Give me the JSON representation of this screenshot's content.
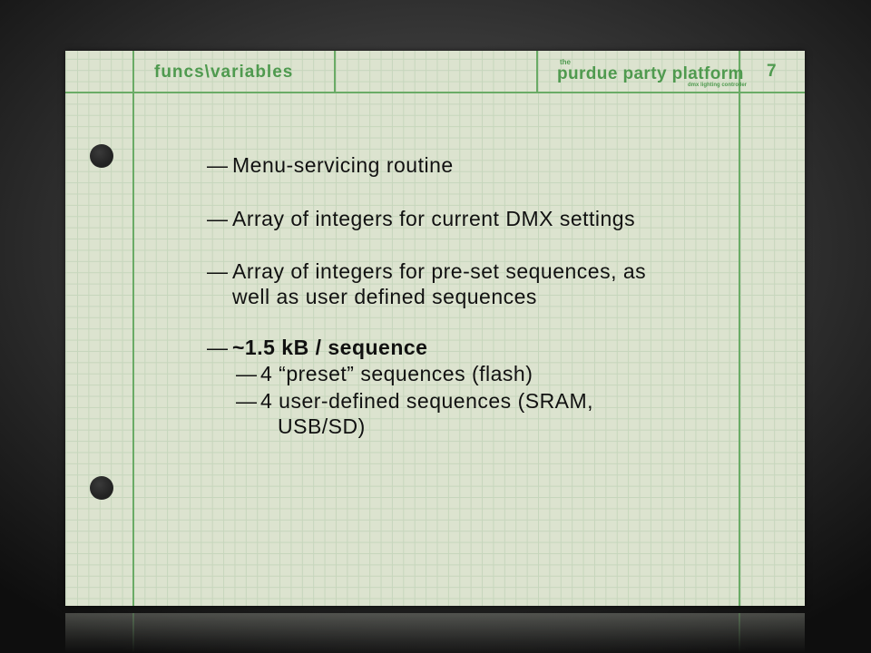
{
  "header": {
    "section_title": "funcs\\variables",
    "logo": {
      "small_top": "the",
      "wordmark": "purdue party platform",
      "tagline": "dmx lighting controller"
    },
    "page_number": "7"
  },
  "bullets": [
    {
      "marker": "—",
      "text": "Menu-servicing routine"
    },
    {
      "marker": "—",
      "text": "Array of integers for current DMX settings"
    },
    {
      "marker": "—",
      "text": "Array of integers for pre-set sequences, as well as user defined sequences"
    },
    {
      "marker": "—",
      "text": "~1.5 kB / sequence",
      "sub_bullets": [
        {
          "marker": "—",
          "text": "4 “preset” sequences (flash)"
        },
        {
          "marker": "—",
          "text": "4 user-defined sequences (SRAM, USB/SD)"
        }
      ]
    }
  ],
  "colors": {
    "accent_green": "#4f9a4f",
    "rule_green": "#6aab66",
    "paper": "#dce3cf",
    "ink": "#111111"
  }
}
